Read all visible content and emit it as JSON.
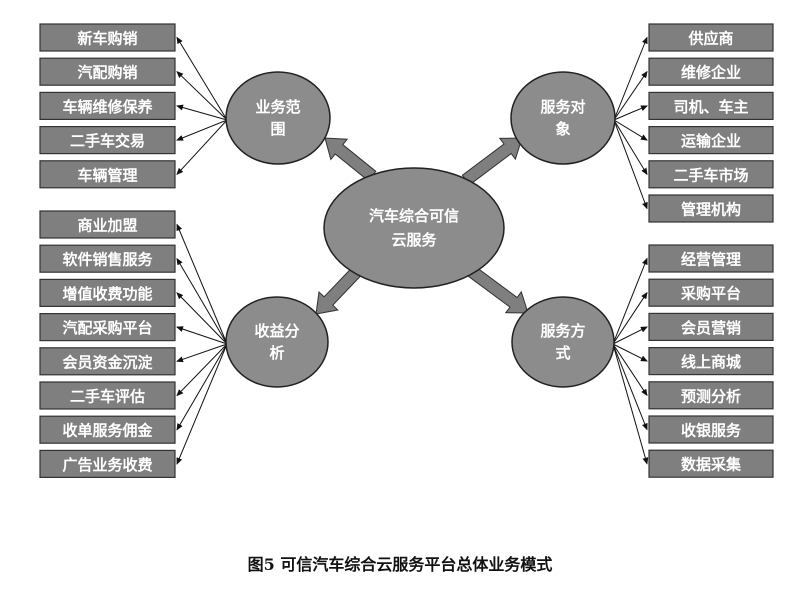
{
  "center": {
    "lines": [
      "汽车综合可信",
      "云服务"
    ]
  },
  "groups": [
    {
      "id": "business-scope",
      "lines": [
        "业务范",
        "围"
      ],
      "items": [
        "新车购销",
        "汽配购销",
        "车辆维修保养",
        "二手车交易",
        "车辆管理"
      ]
    },
    {
      "id": "service-target",
      "lines": [
        "服务对",
        "象"
      ],
      "items": [
        "供应商",
        "维修企业",
        "司机、车主",
        "运输企业",
        "二手车市场",
        "管理机构"
      ]
    },
    {
      "id": "revenue-analysis",
      "lines": [
        "收益分",
        "析"
      ],
      "items": [
        "商业加盟",
        "软件销售服务",
        "增值收费功能",
        "汽配采购平台",
        "会员资金沉淀",
        "二手车评估",
        "收单服务佣金",
        "广告业务收费"
      ]
    },
    {
      "id": "service-mode",
      "lines": [
        "服务方",
        "式"
      ],
      "items": [
        "经营管理",
        "采购平台",
        "会员营销",
        "线上商城",
        "预测分析",
        "收银服务",
        "数据采集"
      ]
    }
  ],
  "caption": "图5 可信汽车综合云服务平台总体业务模式",
  "colors": {
    "box": "#7f7f7f",
    "ellipse": "#8c8c8c",
    "text": "#ffffff"
  }
}
